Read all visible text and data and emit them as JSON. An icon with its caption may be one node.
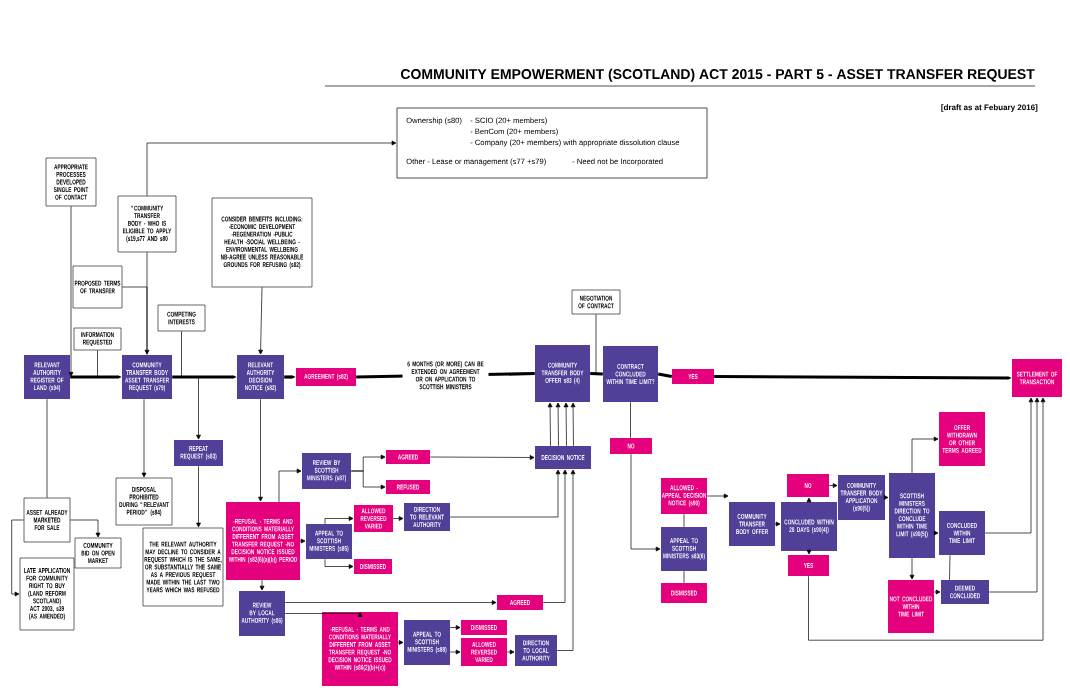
{
  "diagram": {
    "title": "COMMUNITY EMPOWERMENT (SCOTLAND) ACT 2015 - PART 5 - ASSET TRANSFER REQUEST",
    "nodes": [
      {
        "text": [
          "RELEVANT AUTHORITY REGISTER OF LAND (s94)"
        ]
      },
      {
        "text": [
          "APPROPRIATE PROCESSES DEVELOPED SINGLE POINT OF CONTACT"
        ]
      },
      {
        "text": [
          "\"COMMUNITY TRANSFER BODY - WHO IS ELIGIBLE TO APPLY (s19,s77 AND s80"
        ]
      },
      {
        "text": [
          "PROPOSED TERMS OF TRANSFER"
        ]
      },
      {
        "text": [
          "INFORMATION REQUESTED"
        ]
      },
      {
        "text": [
          "COMMUNITY TRANSFER BODY ASSET TRANSFER REQUEST (s79)"
        ]
      },
      {
        "text": [
          "COMPETING INTERESTS"
        ]
      },
      {
        "text": [
          "Ownership (s80)",
          "- SCIO (20+ members)",
          "- BenCom (20+ members)",
          "- Company (20+ members) with appropriate dissolution clause",
          "Other - Lease or management (s77 +s79)",
          "- Need not be Incorporated"
        ]
      },
      {
        "text": [
          "CONSIDER BENEFITS INCLUDING: -ECONOMIC DEVELOPMENT -REGENERATION -PUBLIC HEALTH -SOCIAL WELLBEING -ENVIRONMENTAL WELLBEING NB-AGREE UNLESS REASONABLE GROUNDS FOR REFUSING (s82)"
        ]
      },
      {
        "text": [
          "RELEVANT AUTHORITY DECISION NOTICE (s82)"
        ]
      },
      {
        "text": [
          "AGREEMENT (s82)"
        ]
      },
      {
        "text": [
          "NEGOTIATION OF CONTRACT"
        ]
      },
      {
        "text": [
          "COMMUNITY TRANSFER BODY OFFER s83 (4)"
        ]
      },
      {
        "text": [
          "CONTRACT CONCLUDED WITHIN TIME LIMIT?"
        ]
      },
      {
        "text": [
          "YES"
        ]
      },
      {
        "text": [
          "SETTLEMENT OF TRANSACTION"
        ]
      },
      {
        "text": [
          "REPEAT REQUEST (s83)"
        ]
      },
      {
        "text": [
          "DECISION NOTICE"
        ]
      },
      {
        "text": [
          "REVIEW BY SCOTTISH MINISTERS (s87)"
        ]
      },
      {
        "text": [
          "AGREED"
        ]
      },
      {
        "text": [
          "REFUSED"
        ]
      },
      {
        "text": [
          "NO"
        ]
      },
      {
        "text": [
          "OFFER WITHDRAWN OR OTHER TERMS AGREED"
        ]
      },
      {
        "text": [
          "COMMUNITY TRANSFER BODY APPLICATION (s90(5))"
        ]
      },
      {
        "text": [
          "NO"
        ]
      },
      {
        "text": [
          "SCOTTISH MINISTERS DIRECTION TO CONCLUDE WITHIN TIME LIMIT (s90(5))"
        ]
      },
      {
        "text": [
          "DISPOSAL PROHIBITED DURING \"RELEVANT PERIOD\" (s84)"
        ]
      },
      {
        "text": [
          "ASSET ALREADY MARKETED FOR SALE"
        ]
      },
      {
        "text": [
          "-REFUSAL - TERMS AND CONDITIONS MATERIALLY DIFFERENT FROM ASSET TRANSFER REQUEST -NO DECISION NOTICE ISSUED WITHIN (s82(6)(a)(b)) PERIOD"
        ]
      },
      {
        "text": [
          "ALLOWED REVERSED VARIED"
        ]
      },
      {
        "text": [
          "DIRECTION TO RELEVANT AUTHORITY"
        ]
      },
      {
        "text": [
          "ALLOWED - APPEAL DECISION NOTICE (s90)"
        ]
      },
      {
        "text": [
          "COMMUNITY TRANSFER BODY OFFER"
        ]
      },
      {
        "text": [
          "CONCLUDED WITHIN 28 DAYS (s90(4))"
        ]
      },
      {
        "text": [
          "CONCLUDED WITHIN TIME LIMIT"
        ]
      },
      {
        "text": [
          "APPEAL TO SCOTTISH MINISTERS (s85)"
        ]
      },
      {
        "text": [
          "APPEAL TO SCOTTISH MINISTERS s83(6)"
        ]
      },
      {
        "text": [
          "THE RELEVANT AUTHORITY MAY DECLINE TO CONSIDER A REQUEST WHICH IS THE SAME, OR SUBSTANTIALLY THE SAME AS A PREVIOUS REQUEST MADE WITHIN THE LAST TWO YEARS WHICH WAS REFUSED"
        ]
      },
      {
        "text": [
          "COMMUNITY BID ON OPEN MARKET"
        ]
      },
      {
        "text": [
          "YES"
        ]
      },
      {
        "text": [
          "DISMISSED"
        ]
      },
      {
        "text": [
          "LATE APPLICATION FOR COMMUNITY RIGHT TO BUY (LAND REFORM SCOTLAND) ACT 2003, s39 (AS AMENDED)"
        ]
      },
      {
        "text": [
          "DISMISSED"
        ]
      },
      {
        "text": [
          "NOT CONCLUDED WITHIN TIME LIMIT"
        ]
      },
      {
        "text": [
          "DEEMED CONCLUDED"
        ]
      },
      {
        "text": [
          "REVIEW BY LOCAL AUTHORITY (s86)"
        ]
      },
      {
        "text": [
          "AGREED"
        ]
      },
      {
        "text": [
          "-REFUSAL - TERMS AND CONDITIONS MATERIALLY DIFFERENT FROM ASSET TRANSFER REQUEST -NO DECISION NOTICE ISSUED WITHIN (s86(2)(b)+(c))"
        ]
      },
      {
        "text": [
          "APPEAL TO SCOTTISH MINISTERS (s88)"
        ]
      },
      {
        "text": [
          "DISMISSED"
        ]
      },
      {
        "text": [
          "ALLOWED REVERSED VARIED"
        ]
      },
      {
        "text": [
          "DIRECTION TO LOCAL AUTHORITY"
        ]
      }
    ],
    "edges": [
      {
        "from": 0,
        "to": 5,
        "arrow": "to",
        "style": "thick"
      },
      {
        "from": 5,
        "to": 9,
        "arrow": "to",
        "style": "thick"
      },
      {
        "from": 9,
        "to": 10,
        "arrow": "to",
        "style": "thick"
      },
      {
        "from": 10,
        "to": 12,
        "arrow": "none",
        "style": "thick",
        "label": "6 MONTHS (OR MORE) CAN BE EXTENDED ON AGREEMENT OR ON APPLICATION TO SCOTTISH MINISTERS"
      },
      {
        "from": 12,
        "to": 13,
        "arrow": "none",
        "style": "thick"
      },
      {
        "from": 13,
        "to": 14,
        "arrow": "none",
        "style": "thick"
      },
      {
        "from": 14,
        "to": 15,
        "arrow": "to",
        "style": "thick"
      },
      {
        "from": 1,
        "to": 0,
        "arrow": "to"
      },
      {
        "from": 2,
        "to": 5,
        "arrow": "to"
      },
      {
        "from": 2,
        "to": 7,
        "arrow": "to"
      },
      {
        "from": 3,
        "to": 5,
        "arrow": "none"
      },
      {
        "from": 4,
        "to": null,
        "arrow": "none"
      },
      {
        "from": 6,
        "to": 5,
        "arrow": "none"
      },
      {
        "from": 8,
        "to": 9,
        "arrow": "to"
      },
      {
        "from": 0,
        "to": 27,
        "arrow": "none"
      },
      {
        "from": 27,
        "to": 38,
        "arrow": "to"
      },
      {
        "from": 27,
        "to": 41,
        "arrow": "to"
      },
      {
        "from": 5,
        "to": 26,
        "arrow": "to"
      },
      {
        "from": null,
        "to": 16,
        "arrow": "to"
      },
      {
        "from": 16,
        "to": 37,
        "arrow": "to"
      },
      {
        "from": 9,
        "to": 28,
        "arrow": "to"
      },
      {
        "from": 28,
        "to": 18,
        "arrow": "to"
      },
      {
        "from": 18,
        "to": 19,
        "arrow": "to"
      },
      {
        "from": 18,
        "to": 20,
        "arrow": "to"
      },
      {
        "from": 28,
        "to": 35,
        "arrow": "to"
      },
      {
        "from": 35,
        "to": 29,
        "arrow": "to"
      },
      {
        "from": 35,
        "to": 40,
        "arrow": "to"
      },
      {
        "from": 29,
        "to": 30,
        "arrow": "to"
      },
      {
        "from": 30,
        "to": 17,
        "arrow": "to"
      },
      {
        "from": 19,
        "to": 17,
        "arrow": "to"
      },
      {
        "from": 28,
        "to": 45,
        "arrow": "to"
      },
      {
        "from": 45,
        "to": 46,
        "arrow": "to"
      },
      {
        "from": 46,
        "to": 17,
        "arrow": "to"
      },
      {
        "from": 45,
        "to": 47,
        "arrow": "to"
      },
      {
        "from": 47,
        "to": 48,
        "arrow": "to"
      },
      {
        "from": 48,
        "to": 49,
        "arrow": "to"
      },
      {
        "from": 48,
        "to": 50,
        "arrow": "to"
      },
      {
        "from": 50,
        "to": 51,
        "arrow": "to"
      },
      {
        "from": 51,
        "to": 17,
        "arrow": "to"
      },
      {
        "from": 17,
        "to": 12,
        "arrow": "to"
      },
      {
        "from": 17,
        "to": 12,
        "arrow": "to"
      },
      {
        "from": 17,
        "to": 12,
        "arrow": "to"
      },
      {
        "from": 17,
        "to": 12,
        "arrow": "to"
      },
      {
        "from": 11,
        "to": 13,
        "arrow": "none"
      },
      {
        "from": 13,
        "to": 21,
        "arrow": "none"
      },
      {
        "from": 21,
        "to": 36,
        "arrow": "to"
      },
      {
        "from": 36,
        "to": 31,
        "arrow": "none"
      },
      {
        "from": 36,
        "to": 42,
        "arrow": "none"
      },
      {
        "from": 31,
        "to": 32,
        "arrow": "to"
      },
      {
        "from": 32,
        "to": 33,
        "arrow": "to"
      },
      {
        "from": 33,
        "to": 24,
        "arrow": "to"
      },
      {
        "from": 33,
        "to": 39,
        "arrow": "to"
      },
      {
        "from": 24,
        "to": 23,
        "arrow": "to"
      },
      {
        "from": 23,
        "to": 25,
        "arrow": "to"
      },
      {
        "from": 25,
        "to": 22,
        "arrow": "to"
      },
      {
        "from": 25,
        "to": 34,
        "arrow": "to"
      },
      {
        "from": 25,
        "to": 43,
        "arrow": "to"
      },
      {
        "from": 43,
        "to": 44,
        "arrow": "to"
      },
      {
        "from": 34,
        "to": 44,
        "arrow": "none"
      },
      {
        "from": 34,
        "to": 15,
        "arrow": "to"
      },
      {
        "from": 44,
        "to": 15,
        "arrow": "to"
      },
      {
        "from": 39,
        "to": 15,
        "arrow": "to"
      }
    ],
    "labels": [
      "[draft as at Febuary 2016]"
    ]
  }
}
